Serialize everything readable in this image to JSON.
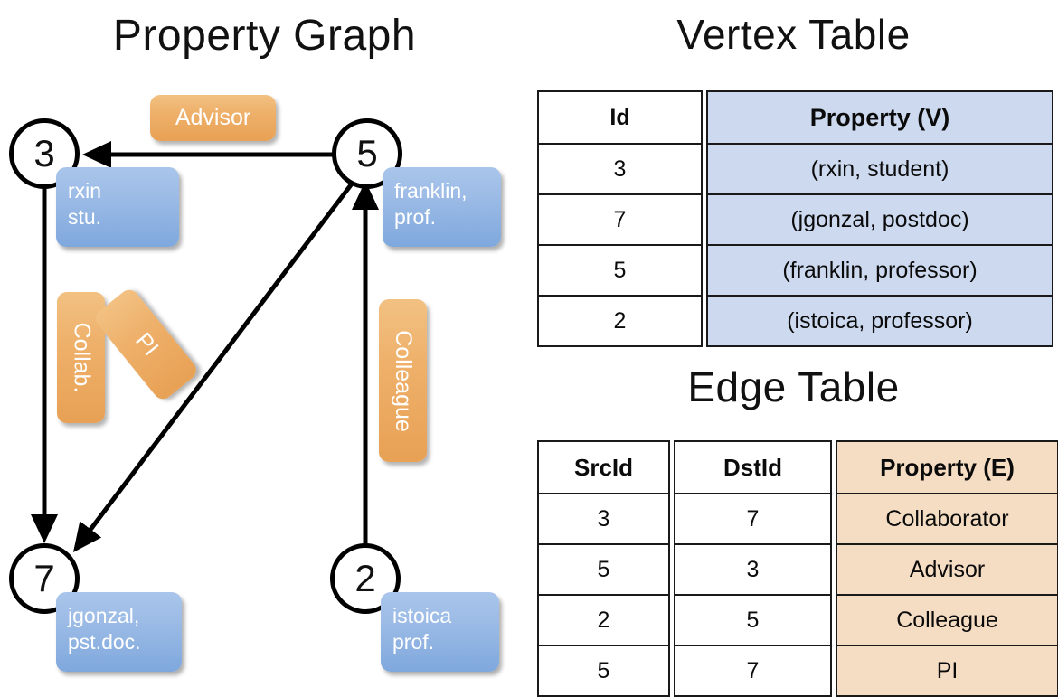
{
  "titles": {
    "property_graph": "Property Graph",
    "vertex_table": "Vertex Table",
    "edge_table": "Edge Table"
  },
  "colors": {
    "vertex_property_bg": "#ccd9ef",
    "edge_property_bg": "#f5ddc4",
    "node_box_blue": "#7fa8dd",
    "edge_label_orange": "#e8a155",
    "stroke": "#000000"
  },
  "graph": {
    "nodes": [
      {
        "id": "3",
        "prop_line1": "rxin",
        "prop_line2": "stu."
      },
      {
        "id": "5",
        "prop_line1": "franklin,",
        "prop_line2": "prof."
      },
      {
        "id": "7",
        "prop_line1": "jgonzal,",
        "prop_line2": "pst.doc."
      },
      {
        "id": "2",
        "prop_line1": "istoica",
        "prop_line2": "prof."
      }
    ],
    "edge_labels": [
      {
        "name": "advisor",
        "text": "Advisor"
      },
      {
        "name": "collab",
        "text": "Collab."
      },
      {
        "name": "pi",
        "text": "PI"
      },
      {
        "name": "colleague",
        "text": "Colleague"
      }
    ],
    "edges": [
      {
        "from": "5",
        "to": "3",
        "label": "Advisor"
      },
      {
        "from": "3",
        "to": "7",
        "label": "Collab."
      },
      {
        "from": "5",
        "to": "7",
        "label": "PI"
      },
      {
        "from": "2",
        "to": "5",
        "label": "Colleague"
      }
    ]
  },
  "vertex_table": {
    "headers": [
      "Id",
      "Property (V)"
    ],
    "rows": [
      {
        "id": "3",
        "property": "(rxin, student)"
      },
      {
        "id": "7",
        "property": "(jgonzal, postdoc)"
      },
      {
        "id": "5",
        "property": "(franklin, professor)"
      },
      {
        "id": "2",
        "property": "(istoica, professor)"
      }
    ]
  },
  "edge_table": {
    "headers": [
      "SrcId",
      "DstId",
      "Property (E)"
    ],
    "rows": [
      {
        "src": "3",
        "dst": "7",
        "property": "Collaborator"
      },
      {
        "src": "5",
        "dst": "3",
        "property": "Advisor"
      },
      {
        "src": "2",
        "dst": "5",
        "property": "Colleague"
      },
      {
        "src": "5",
        "dst": "7",
        "property": "PI"
      }
    ]
  }
}
